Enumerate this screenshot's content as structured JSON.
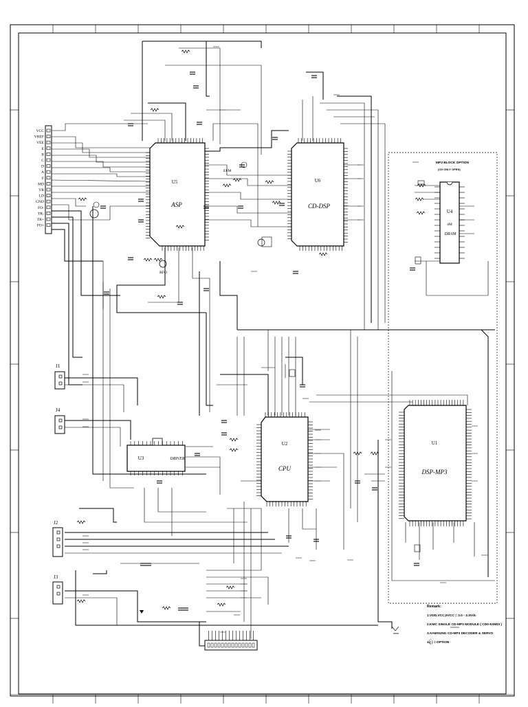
{
  "chips": {
    "u5": {
      "ref": "U5",
      "name": "ASP"
    },
    "u6": {
      "ref": "U6",
      "name": "CD-DSP"
    },
    "u4": {
      "ref": "U4",
      "part": "4M",
      "name": "DRAM"
    },
    "u3": {
      "ref": "U3",
      "name": "DRIVER"
    },
    "u2": {
      "ref": "U2",
      "name": "CPU"
    },
    "u1": {
      "ref": "U1",
      "name": "DSP-MP3"
    }
  },
  "pickup_pins": [
    "VCC",
    "VREF",
    "VEE",
    "E",
    "B",
    "C",
    "D",
    "A",
    "F",
    "MD",
    "VR",
    "LD",
    "GND",
    "FO-",
    "TR-",
    "TR+",
    "FO+"
  ],
  "connectors": {
    "j1": "J1",
    "j4": "J4",
    "j2": "J2",
    "j3": "J3"
  },
  "labels": {
    "efm": "EFM",
    "rfo": "RFO",
    "mp3_block": "MP3 BLOCK OPTION",
    "mp3_only": "(CD ONLY OPEN)"
  },
  "remarks": {
    "title": "Remark:",
    "line1": "1.VDD,VCC,5VCC = 3.0 - 3.3Vdc",
    "line2": "2.KMC SINGLE CD-MP3 MODULE ( CD0-5XMDI )",
    "line3": "3.SAMSUNG CD-MP3 DECODER & SERVO",
    "line4": "4.( ) = OPTION"
  },
  "colors": {
    "ink": "#000000",
    "paper": "#ffffff"
  }
}
